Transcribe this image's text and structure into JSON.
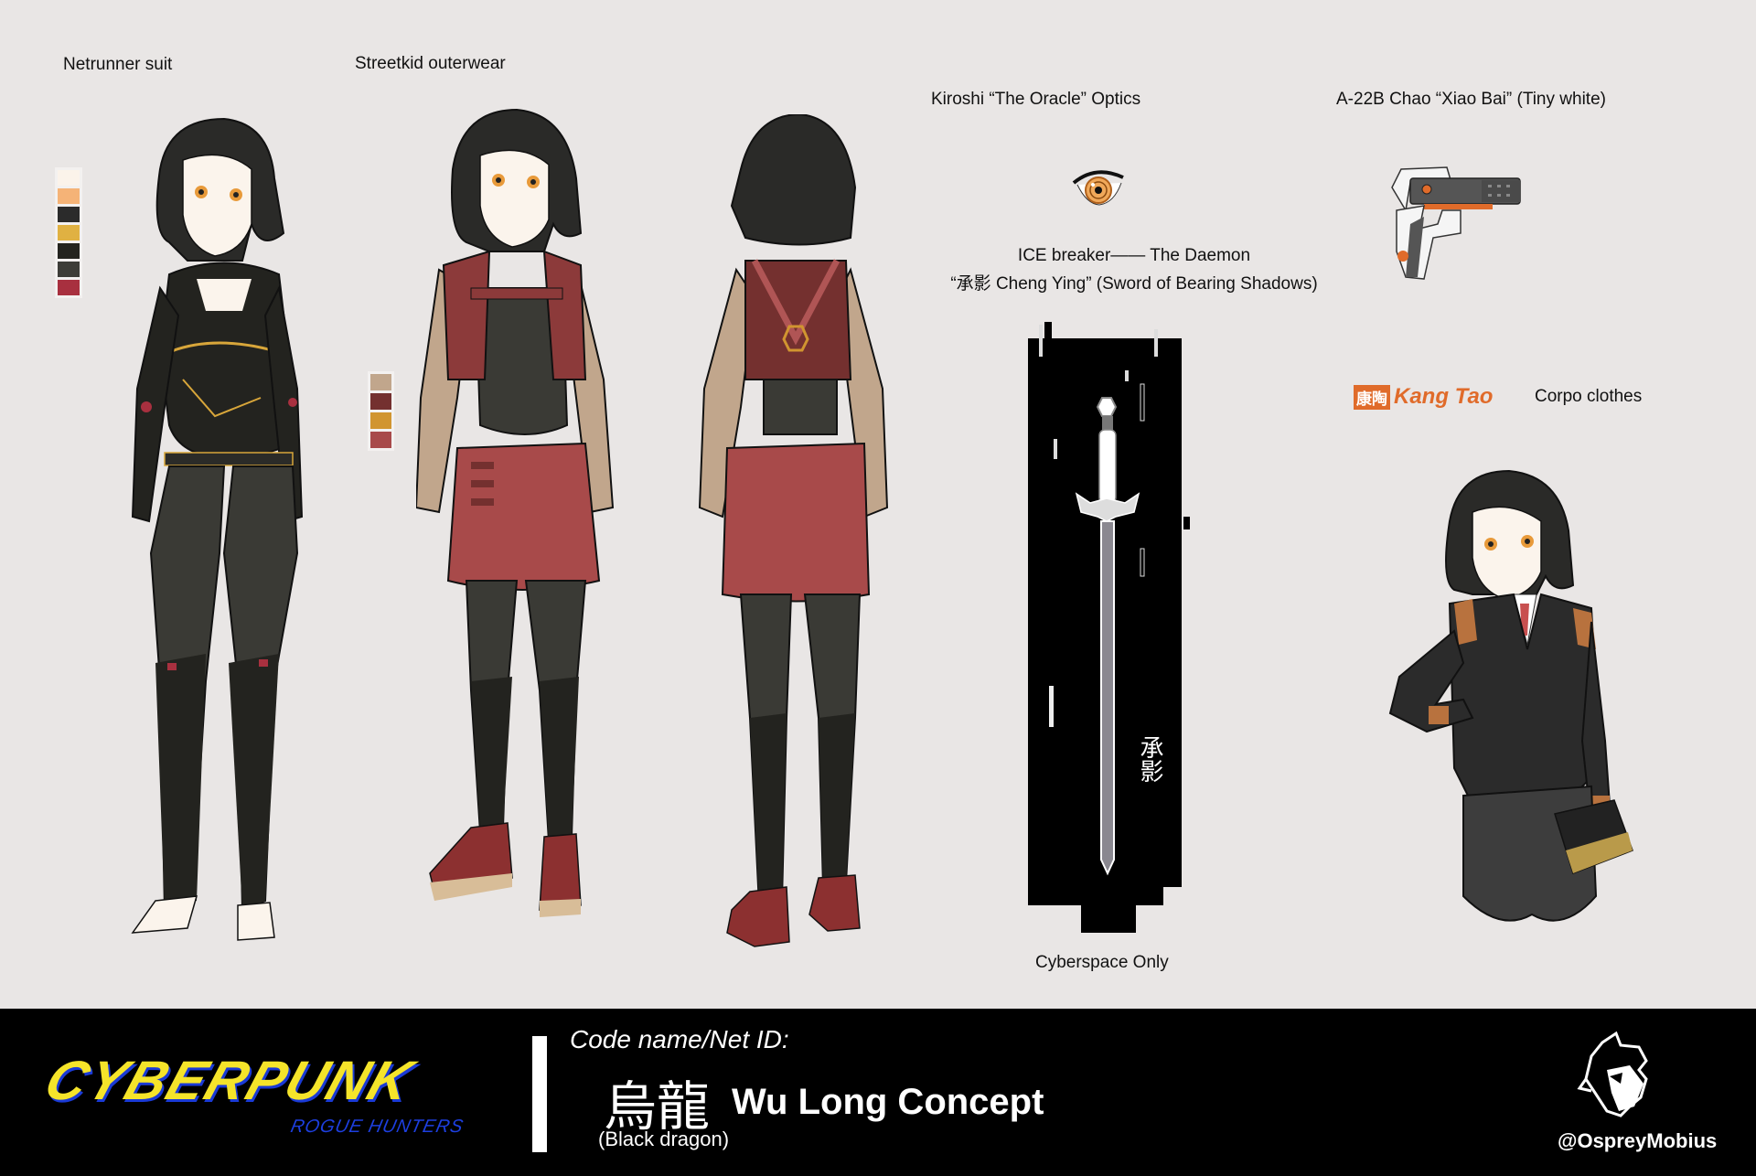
{
  "sections": {
    "netrunner": {
      "label": "Netrunner suit"
    },
    "streetkid": {
      "label": "Streetkid outerwear"
    },
    "optics": {
      "label": "Kiroshi “The Oracle” Optics"
    },
    "pistol": {
      "label": "A-22B Chao “Xiao Bai” (Tiny white)"
    },
    "icebreaker": {
      "line1": "ICE breaker—— The Daemon",
      "line2": "“承影 Cheng Ying” (Sword of Bearing Shadows)",
      "sword_inscription": "承影",
      "caption": "Cyberspace Only"
    },
    "corpo": {
      "brand_cjk": "康陶",
      "brand_name": "Kang Tao",
      "label": "Corpo clothes"
    }
  },
  "palettes": {
    "netrunner": [
      "#fbf3ea",
      "#f5b377",
      "#2b2b2b",
      "#e0b142",
      "#24241f",
      "#3d3d38",
      "#a8303f"
    ],
    "streetkid": [
      "#c1a68c",
      "#74302f",
      "#d19530",
      "#a84a4a"
    ]
  },
  "footer": {
    "logo_main": "CYBERPUNK",
    "logo_sub": "ROGUE HUNTERS",
    "code_label": "Code name/Net ID:",
    "name_cjk": "烏龍",
    "name_en": "Wu Long Concept",
    "name_sub": "(Black dragon)",
    "handle": "@OspreyMobius"
  },
  "colors": {
    "background": "#e9e6e5",
    "footer_bg": "#000000",
    "logo_yellow": "#f5e42a",
    "logo_blue": "#1d3fe0",
    "kang_tao_orange": "#e06b2a"
  }
}
